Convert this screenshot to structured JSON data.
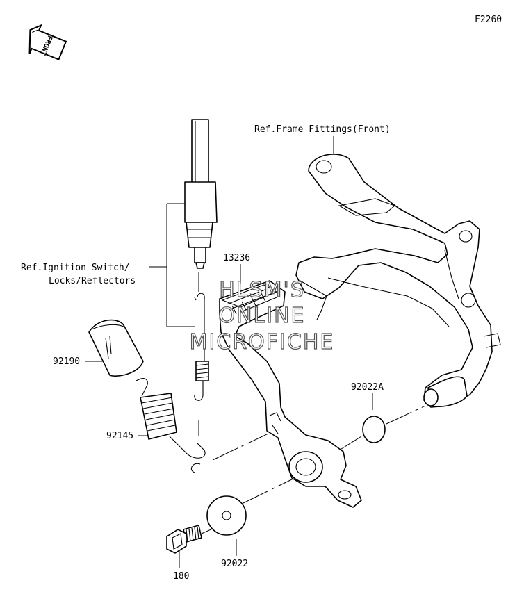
{
  "diagram_code": "F2260",
  "front_arrow_label": "FRONT",
  "references": {
    "frame_fittings": "Ref.Frame Fittings(Front)",
    "ignition_line1": "Ref.Ignition Switch/",
    "ignition_line2": "Locks/Reflectors"
  },
  "parts": {
    "pedal": "13236",
    "cap": "92190",
    "spring": "92145",
    "washer_small": "92022A",
    "washer_large": "92022",
    "bolt": "180"
  },
  "watermark": {
    "line1": "HLSM'S",
    "line2": "ONLINE",
    "line3": "MICROFICHE"
  }
}
